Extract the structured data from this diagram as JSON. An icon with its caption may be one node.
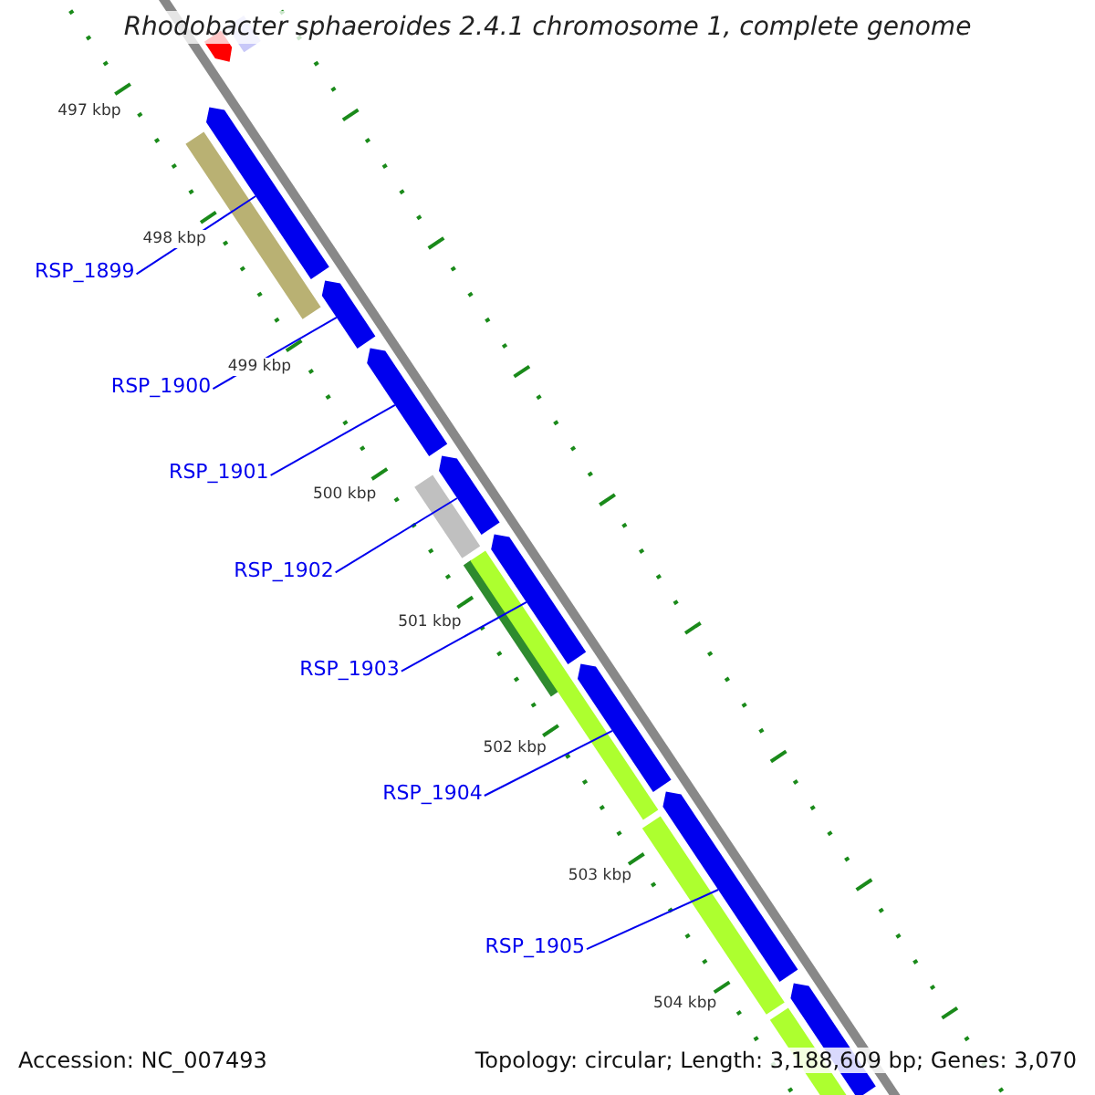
{
  "diagram": {
    "title": "Rhodobacter sphaeroides 2.4.1 chromosome 1, complete genome",
    "nodes": [
      {
        "text": [],
        "shape": "box"
      },
      {
        "text": [],
        "shape": "box"
      },
      {
        "text": [],
        "shape": "box"
      },
      {
        "text": [],
        "shape": "bar"
      },
      {
        "text": [],
        "shape": "box"
      },
      {
        "text": [],
        "shape": "box"
      },
      {
        "text": [],
        "shape": "box"
      },
      {
        "text": [],
        "shape": "bar"
      },
      {
        "text": [],
        "shape": "box"
      },
      {
        "text": [],
        "shape": "bar"
      },
      {
        "text": [],
        "shape": "bar"
      },
      {
        "text": [],
        "shape": "box"
      },
      {
        "text": [],
        "shape": "box"
      },
      {
        "text": [],
        "shape": "bar"
      },
      {
        "text": [],
        "shape": "bar"
      },
      {
        "text": [],
        "shape": "box"
      },
      {
        "text": [
          "RSP_1899"
        ]
      },
      {
        "text": [
          "RSP_1900"
        ]
      },
      {
        "text": [
          "RSP_1901"
        ]
      },
      {
        "text": [
          "RSP_1902"
        ]
      },
      {
        "text": [
          "RSP_1903"
        ]
      },
      {
        "text": [
          "RSP_1904"
        ]
      },
      {
        "text": [
          "RSP_1905"
        ]
      }
    ],
    "edges": [
      {
        "from": 16,
        "to": 2,
        "arrow": "none"
      },
      {
        "from": 17,
        "to": 4,
        "arrow": "none"
      },
      {
        "from": 18,
        "to": 5,
        "arrow": "none"
      },
      {
        "from": 19,
        "to": 6,
        "arrow": "none"
      },
      {
        "from": 20,
        "to": 8,
        "arrow": "none"
      },
      {
        "from": 21,
        "to": 11,
        "arrow": "none"
      },
      {
        "from": 22,
        "to": 12,
        "arrow": "none"
      }
    ],
    "labels": [
      "497 kbp",
      "498 kbp",
      "499 kbp",
      "500 kbp",
      "501 kbp",
      "502 kbp",
      "503 kbp",
      "504 kbp",
      "Accession: NC_007493",
      "Topology: circular; Length: 3,188,609 bp; Genes: 3,070"
    ]
  }
}
